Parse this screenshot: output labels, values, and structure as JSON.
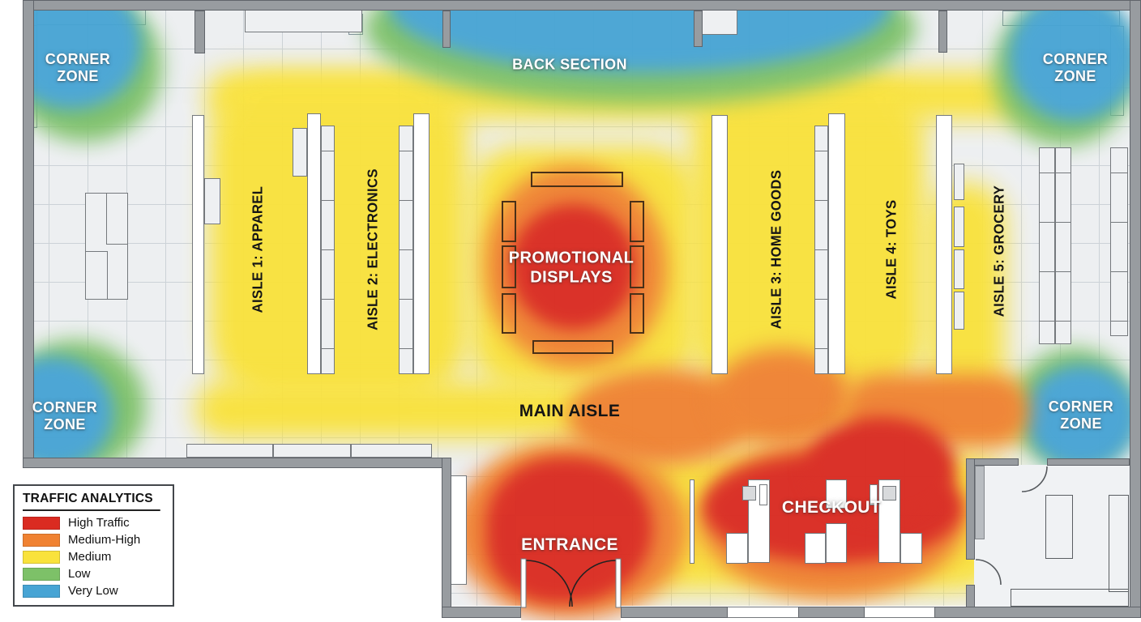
{
  "legend": {
    "title": "TRAFFIC ANALYTICS",
    "items": [
      {
        "label": "High Traffic",
        "color": "#da2b21"
      },
      {
        "label": "Medium-High",
        "color": "#f08232"
      },
      {
        "label": "Medium",
        "color": "#f9e23c"
      },
      {
        "label": "Low",
        "color": "#7dc168"
      },
      {
        "label": "Very Low",
        "color": "#47a4d4"
      }
    ]
  },
  "zones": {
    "corner": {
      "line1": "CORNER",
      "line2": "ZONE"
    },
    "back_section": "BACK SECTION",
    "main_aisle": "MAIN AISLE",
    "entrance": "ENTRANCE",
    "checkout": "CHECKOUT",
    "promo": {
      "line1": "PROMOTIONAL",
      "line2": "DISPLAYS"
    }
  },
  "aisles": [
    {
      "label": "AISLE 1: APPAREL"
    },
    {
      "label": "AISLE 2: ELECTRONICS"
    },
    {
      "label": "AISLE 3: HOME GOODS"
    },
    {
      "label": "AISLE 4: TOYS"
    },
    {
      "label": "AISLE 5: GROCERY"
    }
  ],
  "colors": {
    "high": "#da2b21",
    "medhigh": "#f08232",
    "medium": "#f9e23c",
    "low": "#7dc168",
    "verylow": "#47a4d4",
    "floor": "#edeff1",
    "grid": "#ccd2d7",
    "wall": "#989ca0",
    "wall_edge": "#60646a"
  }
}
